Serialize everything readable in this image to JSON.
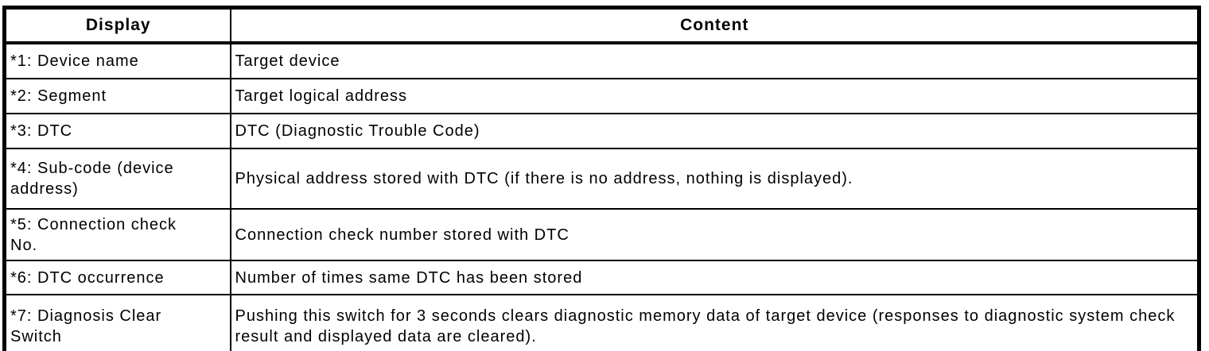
{
  "table": {
    "columns": [
      {
        "label": "Display"
      },
      {
        "label": "Content"
      }
    ],
    "rows": [
      {
        "display": "*1: Device name",
        "content": "Target device"
      },
      {
        "display": "*2: Segment",
        "content": "Target logical address"
      },
      {
        "display": "*3: DTC",
        "content": "DTC (Diagnostic Trouble Code)"
      },
      {
        "display": "*4: Sub-code (device address)",
        "content": "Physical address stored with DTC (if there is no address, nothing is displayed)."
      },
      {
        "display": "*5: Connection check No.",
        "content": "Connection check number stored with DTC"
      },
      {
        "display": "*6: DTC occurrence",
        "content": "Number of times same DTC has been stored"
      },
      {
        "display": "*7: Diagnosis Clear Switch",
        "content": "Pushing this switch for 3 seconds clears diagnostic memory data of target device (responses to diagnostic system check result and displayed data are cleared)."
      }
    ],
    "colors": {
      "border": "#000000",
      "text": "#000000",
      "background": "#ffffff"
    }
  }
}
